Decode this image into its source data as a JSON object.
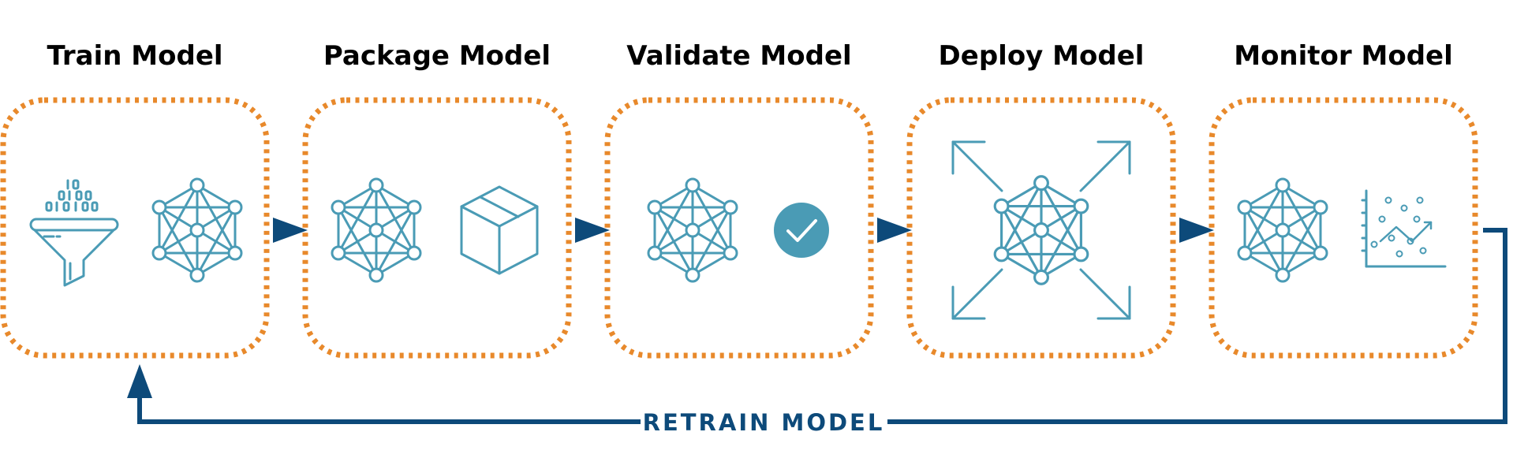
{
  "colors": {
    "box_border": "#E8892B",
    "icon": "#4A9BB5",
    "arrow": "#0D4A7A",
    "check_fill": "#4A9BB5",
    "check_mark": "#ffffff",
    "title_text": "#000000"
  },
  "stages": [
    {
      "title": "Train Model",
      "icons": [
        "data-funnel-icon",
        "neural-network-icon"
      ]
    },
    {
      "title": "Package Model",
      "icons": [
        "neural-network-icon",
        "box-icon"
      ]
    },
    {
      "title": "Validate Model",
      "icons": [
        "neural-network-icon",
        "checkmark-circle-icon"
      ]
    },
    {
      "title": "Deploy Model",
      "icons": [
        "expand-arrows-icon",
        "neural-network-icon"
      ]
    },
    {
      "title": "Monitor Model",
      "icons": [
        "neural-network-icon",
        "scatter-chart-icon"
      ]
    }
  ],
  "feedback_loop": {
    "label": "RETRAIN MODEL"
  }
}
